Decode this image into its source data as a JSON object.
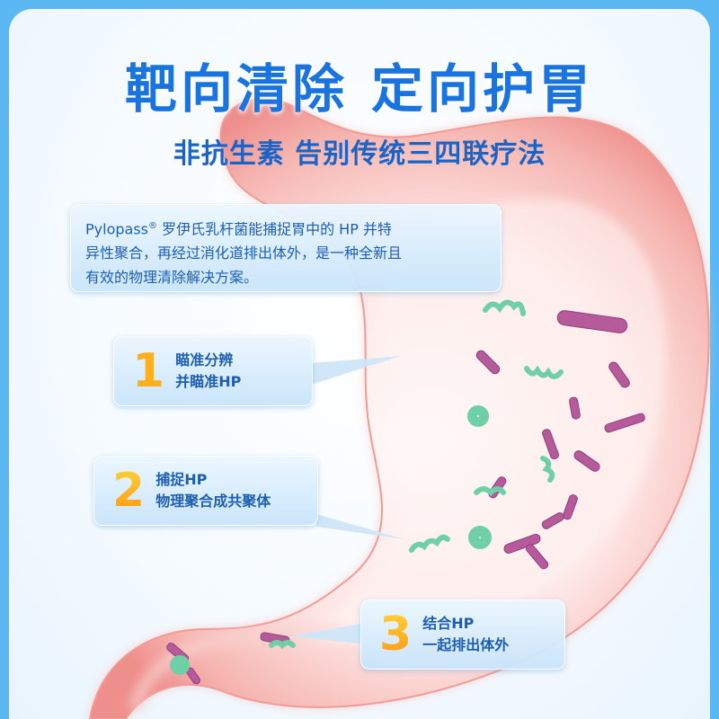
{
  "title": "靶向清除",
  "title_2": "定向护胃",
  "subtitle": "非抗生素 告别传统三四联疗法",
  "intro": {
    "brand": "Pylopass",
    "brand_mark": "®",
    "line1": " 罗伊氏乳杆菌能捕捉胃中的 HP 并特",
    "line2": "异性聚合，再经过消化道排出体外，是一种全新且",
    "line3": "有效的物理清除解决方案。"
  },
  "steps": [
    {
      "number": "1",
      "line1": "瞄准分辨",
      "line2": "并瞄准HP"
    },
    {
      "number": "2",
      "line1": "捕捉HP",
      "line2": "物理聚合成共聚体"
    },
    {
      "number": "3",
      "line1": "结合HP",
      "line2": "一起排出体外"
    }
  ],
  "colors": {
    "frame": "#5bb8f2",
    "title": "#1a74e0",
    "text": "#1d5fae",
    "stomach": "#f7a9a5",
    "lactobacillus": "#b2569a",
    "hp": "#6fcfa6",
    "number": "#ffa21a"
  }
}
